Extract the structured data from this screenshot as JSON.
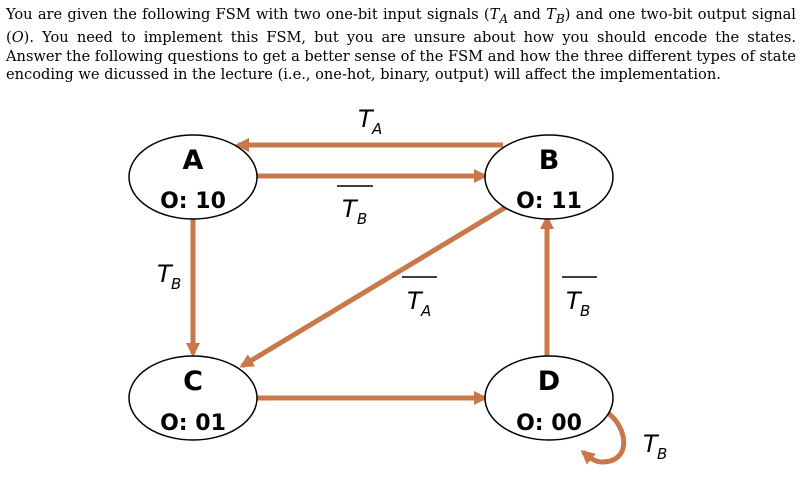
{
  "question": {
    "part1": "You are given the following FSM with two one-bit input signals (",
    "ta": "T",
    "ta_sub": "A",
    "part2": " and ",
    "tb": "T",
    "tb_sub": "B",
    "part3": ") and one two-bit output signal (",
    "o": "O",
    "part4": "). You need to implement this FSM, but you are unsure about how you should encode the states. Answer the following questions to get a better sense of the FSM and how the three different types of state encoding we dicussed in the lecture (i.e., one-hot, binary, output) will affect the implementation."
  },
  "states": [
    {
      "id": "A",
      "name": "A",
      "output": "O: 10"
    },
    {
      "id": "B",
      "name": "B",
      "output": "O: 11"
    },
    {
      "id": "C",
      "name": "C",
      "output": "O: 01"
    },
    {
      "id": "D",
      "name": "D",
      "output": "O: 00"
    }
  ],
  "transitions": [
    {
      "from": "B",
      "to": "A",
      "label": "T",
      "sub": "A",
      "negated": false
    },
    {
      "from": "A",
      "to": "B",
      "label": "T",
      "sub": "B",
      "negated": true
    },
    {
      "from": "A",
      "to": "C",
      "label": "T",
      "sub": "B",
      "negated": false
    },
    {
      "from": "B",
      "to": "C",
      "label": "T",
      "sub": "A",
      "negated": true
    },
    {
      "from": "D",
      "to": "B",
      "label": "T",
      "sub": "B",
      "negated": true
    },
    {
      "from": "C",
      "to": "D",
      "label": "",
      "sub": "",
      "negated": false
    },
    {
      "from": "D",
      "to": "D",
      "label": "T",
      "sub": "B",
      "negated": false
    }
  ],
  "colors": {
    "arrow": "#c8784a",
    "node_stroke": "#000000",
    "node_fill": "#ffffff"
  }
}
